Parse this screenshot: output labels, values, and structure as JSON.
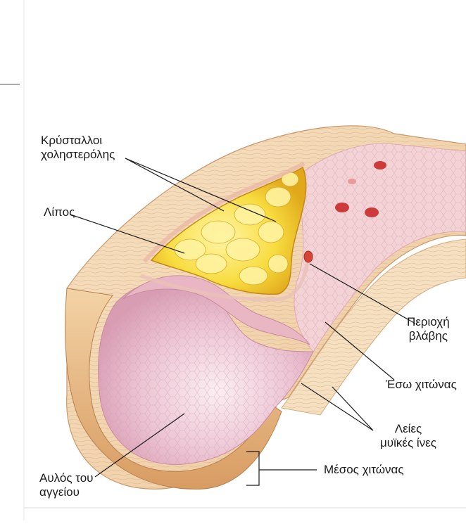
{
  "labels": {
    "cholesterol_line1": "Κρύσταλλοι",
    "cholesterol_line2": "χοληστερόλης",
    "fat": "Λίπος",
    "lesion_line1": "Περιοχή",
    "lesion_line2": "βλάβης",
    "intima": "Έσω χιτώνας",
    "muscle_line1": "Λείες",
    "muscle_line2": "μυϊκές ίνες",
    "lumen_line1": "Αυλός του",
    "lumen_line2": "αγγείου",
    "media": "Μέσος χιτώνας"
  },
  "colors": {
    "wall": "#f2d5b0",
    "wall_dark": "#d9a877",
    "intima_pink": "#f0c4c8",
    "lumen": "#e7b6c6",
    "lumen_light": "#f6dfe8",
    "fat": "#f7d23a",
    "fat_light": "#fff08a",
    "lesion": "#d64436",
    "line": "#1a1a1a"
  }
}
